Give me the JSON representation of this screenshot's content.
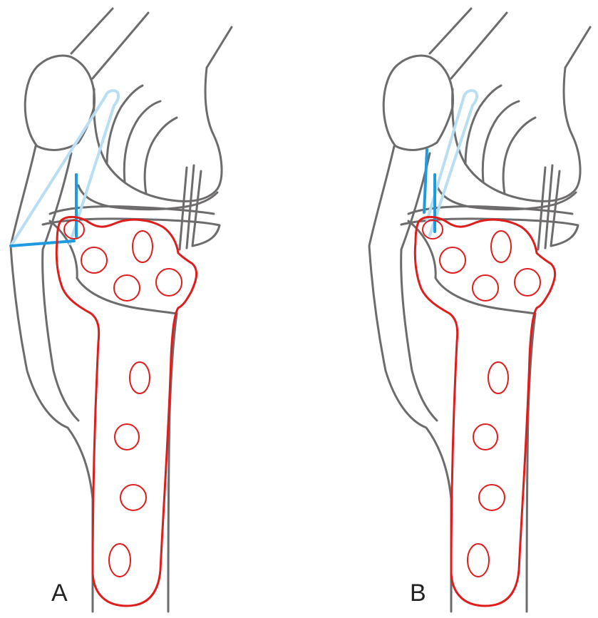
{
  "figure": {
    "panels": [
      {
        "id": "A",
        "label": "A"
      },
      {
        "id": "B",
        "label": "B"
      }
    ],
    "colors": {
      "bone_outline": "#6d6b6b",
      "plate_outline": "#e01d1d",
      "screw_dark": "#1e9be0",
      "screw_light": "#b8def4"
    }
  }
}
